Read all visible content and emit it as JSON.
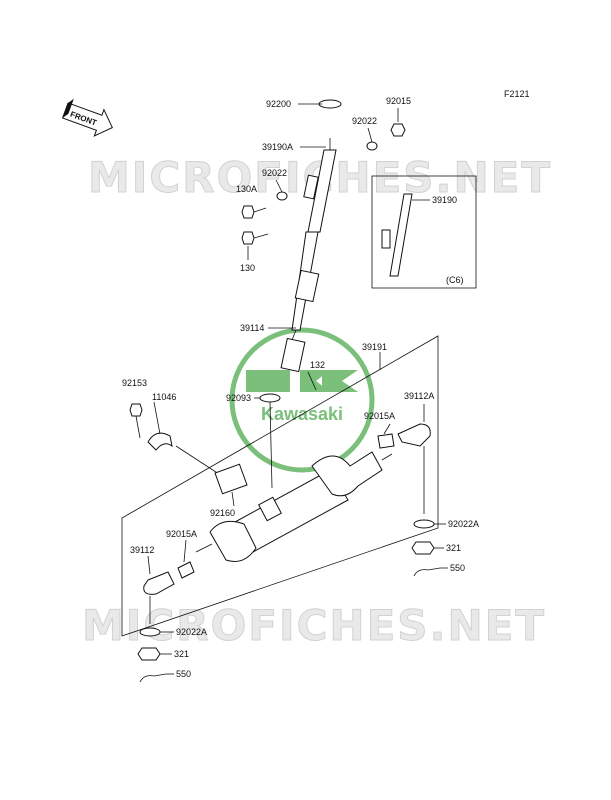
{
  "diagram": {
    "figure_code": "F2121",
    "front_label": "FRONT",
    "watermark_text": "MICROFICHES.NET",
    "logo_text": "Kawasaki",
    "inset_variant_label": "(C6)",
    "part_labels": {
      "p92200": "92200",
      "p92015_top": "92015",
      "p92022_top": "92022",
      "p39190A": "39190A",
      "p92022_mid": "92022",
      "p130A": "130A",
      "p130": "130",
      "p39190": "39190",
      "p39114": "39114",
      "p132": "132",
      "p39191": "39191",
      "p92153": "92153",
      "p11046": "11046",
      "p92093": "92093",
      "p92015A_right": "92015A",
      "p39112A": "39112A",
      "p92160": "92160",
      "p92015A_left": "92015A",
      "p39112": "39112",
      "p92022A_right": "92022A",
      "p321_right": "321",
      "p550_right": "550",
      "p92022A_left": "92022A",
      "p321_left": "321",
      "p550_left": "550"
    }
  },
  "colors": {
    "logo_green": "#63b463",
    "watermark_fill": "#e9e9e9",
    "line": "#111111"
  }
}
